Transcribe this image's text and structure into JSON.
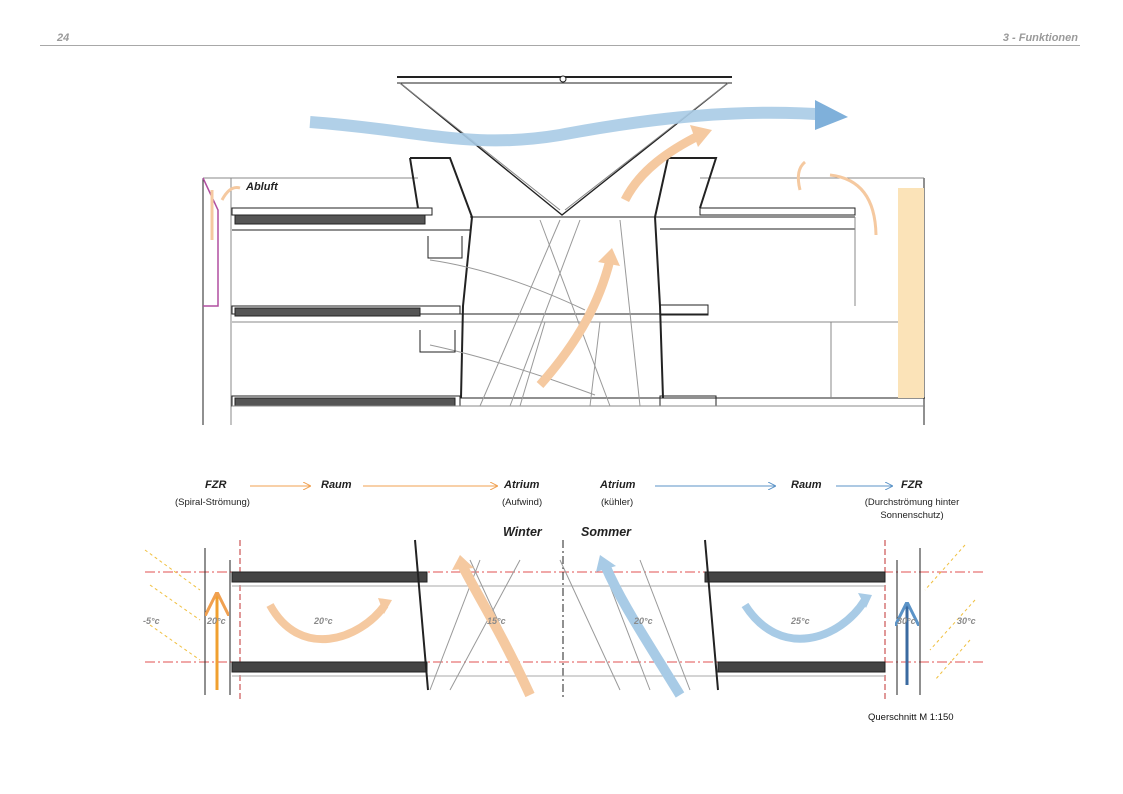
{
  "header": {
    "page_number": "24",
    "chapter": "3 - Funktionen"
  },
  "section_top": {
    "label_exhaust": "Abluft"
  },
  "flow_winter": {
    "steps": [
      {
        "label": "FZR",
        "note": "(Spiral-Strömung)"
      },
      {
        "label": "Raum",
        "note": ""
      },
      {
        "label": "Atrium",
        "note": "(Aufwind)"
      }
    ],
    "color": "#f0a050"
  },
  "flow_summer": {
    "steps": [
      {
        "label": "Atrium",
        "note": "(kühler)"
      },
      {
        "label": "Raum",
        "note": ""
      },
      {
        "label": "FZR",
        "note": "(Durchströmung hinter Sonnenschutz)"
      }
    ],
    "color": "#5b93c7"
  },
  "seasons": {
    "winter": "Winter",
    "summer": "Sommer"
  },
  "temperatures": {
    "winter_outside": "-5°c",
    "winter_fzr": "20°c",
    "winter_room": "20°c",
    "winter_atrium": "15°c",
    "summer_atrium": "20°c",
    "summer_room": "25°c",
    "summer_fzr": "30°c",
    "summer_outside": "30°c"
  },
  "caption": "Querschnitt  M 1:150"
}
